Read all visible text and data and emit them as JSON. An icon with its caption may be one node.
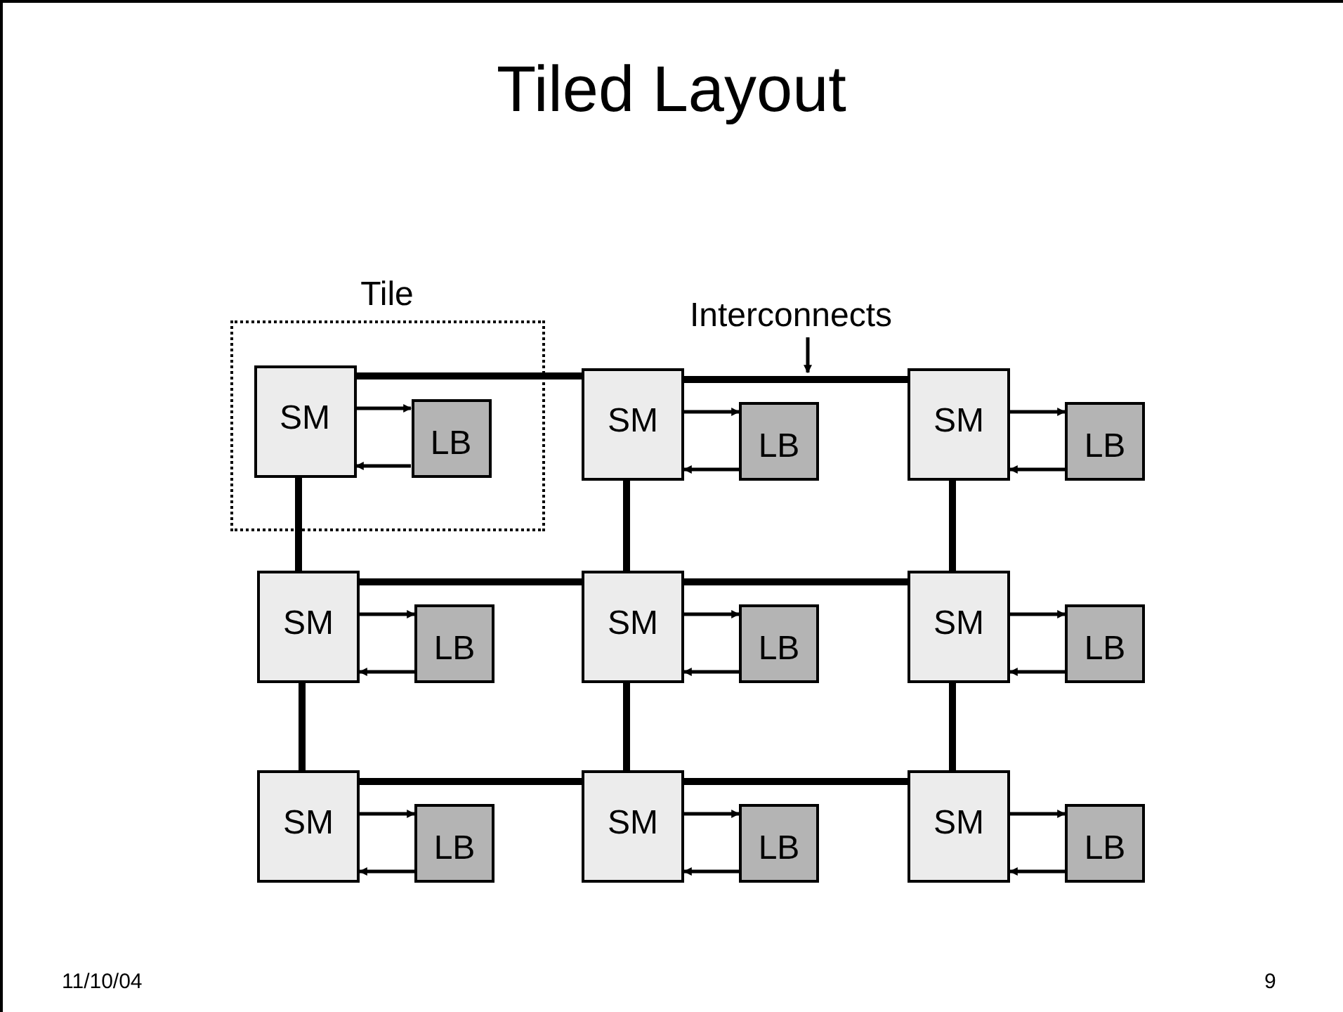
{
  "diagram": {
    "title": "Tiled Layout",
    "nodes": [
      {
        "text": [
          "Tile"
        ]
      },
      {
        "text": [
          "Interconnects"
        ]
      },
      {
        "text": [
          "SM"
        ],
        "in": 0
      },
      {
        "text": [
          "LB"
        ],
        "in": 0
      },
      {
        "text": [
          "SM"
        ]
      },
      {
        "text": [
          "LB"
        ]
      },
      {
        "text": [
          "SM"
        ]
      },
      {
        "text": [
          "LB"
        ]
      },
      {
        "text": [
          "SM"
        ]
      },
      {
        "text": [
          "LB"
        ]
      },
      {
        "text": [
          "SM"
        ]
      },
      {
        "text": [
          "LB"
        ]
      },
      {
        "text": [
          "SM"
        ]
      },
      {
        "text": [
          "LB"
        ]
      },
      {
        "text": [
          "SM"
        ]
      },
      {
        "text": [
          "LB"
        ]
      },
      {
        "text": [
          "SM"
        ]
      },
      {
        "text": [
          "LB"
        ]
      },
      {
        "text": [
          "SM"
        ]
      },
      {
        "text": [
          "LB"
        ]
      }
    ],
    "edges": [
      {
        "from": 1,
        "to": null,
        "arrow": "to"
      },
      {
        "from": 2,
        "to": 3,
        "arrow": "to"
      },
      {
        "from": 3,
        "to": 2,
        "arrow": "to"
      },
      {
        "from": 4,
        "to": 5,
        "arrow": "to"
      },
      {
        "from": 5,
        "to": 4,
        "arrow": "to"
      },
      {
        "from": 6,
        "to": 7,
        "arrow": "to"
      },
      {
        "from": 7,
        "to": 6,
        "arrow": "to"
      },
      {
        "from": 8,
        "to": 9,
        "arrow": "to"
      },
      {
        "from": 9,
        "to": 8,
        "arrow": "to"
      },
      {
        "from": 10,
        "to": 11,
        "arrow": "to"
      },
      {
        "from": 11,
        "to": 10,
        "arrow": "to"
      },
      {
        "from": 12,
        "to": 13,
        "arrow": "to"
      },
      {
        "from": 13,
        "to": 12,
        "arrow": "to"
      },
      {
        "from": 14,
        "to": 15,
        "arrow": "to"
      },
      {
        "from": 15,
        "to": 14,
        "arrow": "to"
      },
      {
        "from": 16,
        "to": 17,
        "arrow": "to"
      },
      {
        "from": 17,
        "to": 16,
        "arrow": "to"
      },
      {
        "from": 18,
        "to": 19,
        "arrow": "to"
      },
      {
        "from": 19,
        "to": 18,
        "arrow": "to"
      },
      {
        "from": 2,
        "to": 4,
        "arrow": "none",
        "style": "thick"
      },
      {
        "from": 4,
        "to": 6,
        "arrow": "none",
        "style": "thick"
      },
      {
        "from": 8,
        "to": 10,
        "arrow": "none",
        "style": "thick"
      },
      {
        "from": 10,
        "to": 12,
        "arrow": "none",
        "style": "thick"
      },
      {
        "from": 14,
        "to": 16,
        "arrow": "none",
        "style": "thick"
      },
      {
        "from": 16,
        "to": 18,
        "arrow": "none",
        "style": "thick"
      },
      {
        "from": 2,
        "to": 8,
        "arrow": "none",
        "style": "thick"
      },
      {
        "from": 4,
        "to": 10,
        "arrow": "none",
        "style": "thick"
      },
      {
        "from": 6,
        "to": 12,
        "arrow": "none",
        "style": "thick"
      },
      {
        "from": 8,
        "to": 14,
        "arrow": "none",
        "style": "thick"
      },
      {
        "from": 10,
        "to": 16,
        "arrow": "none",
        "style": "thick"
      },
      {
        "from": 12,
        "to": 18,
        "arrow": "none",
        "style": "thick"
      }
    ],
    "labels": [
      "11/10/04",
      "9"
    ]
  }
}
